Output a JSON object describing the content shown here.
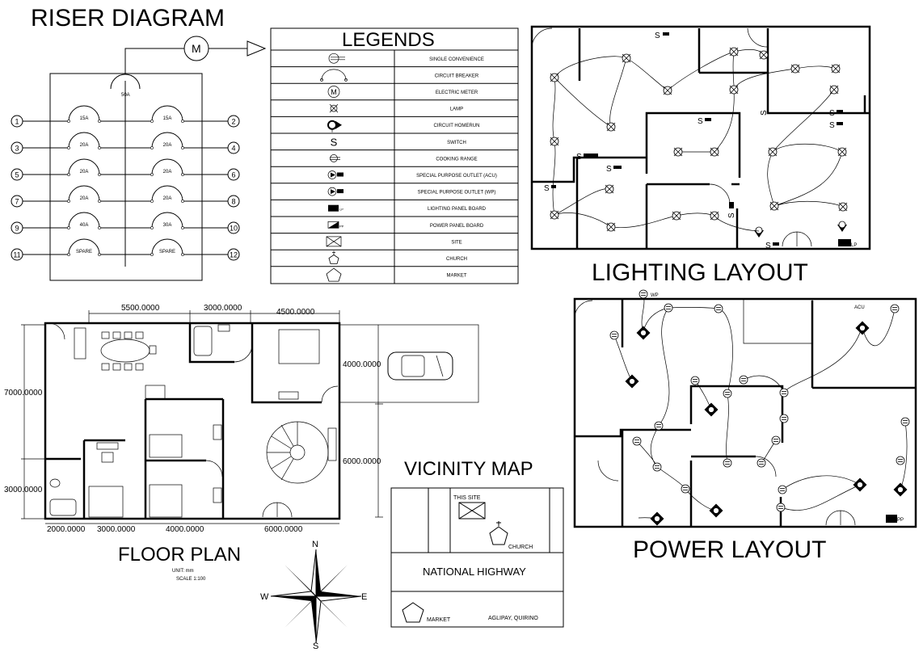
{
  "titles": {
    "riser": "RISER DIAGRAM",
    "legends": "LEGENDS",
    "lighting": "LIGHTING LAYOUT",
    "power": "POWER LAYOUT",
    "floor": "FLOOR PLAN",
    "vicinity": "VICINITY MAP"
  },
  "riser": {
    "meter_symbol": "M",
    "main_breaker": "50A",
    "circuits": [
      {
        "left_no": "1",
        "left_rating": "15A",
        "right_no": "2",
        "right_rating": "15A"
      },
      {
        "left_no": "3",
        "left_rating": "20A",
        "right_no": "4",
        "right_rating": "20A"
      },
      {
        "left_no": "5",
        "left_rating": "20A",
        "right_no": "6",
        "right_rating": "20A"
      },
      {
        "left_no": "7",
        "left_rating": "20A",
        "right_no": "8",
        "right_rating": "20A"
      },
      {
        "left_no": "9",
        "left_rating": "40A",
        "right_no": "10",
        "right_rating": "30A"
      },
      {
        "left_no": "11",
        "left_rating": "SPARE",
        "right_no": "12",
        "right_rating": "SPARE"
      }
    ]
  },
  "legends": {
    "items": [
      {
        "icon": "single-convenience-icon",
        "label": "SINGLE CONVENIENCE"
      },
      {
        "icon": "circuit-breaker-icon",
        "label": "CIRCUIT BREAKER"
      },
      {
        "icon": "electric-meter-icon",
        "label": "ELECTRIC METER",
        "glyph": "M"
      },
      {
        "icon": "lamp-icon",
        "label": "LAMP"
      },
      {
        "icon": "circuit-homerun-icon",
        "label": "CIRCUIT HOMERUN"
      },
      {
        "icon": "switch-icon",
        "label": "SWITCH",
        "glyph": "S"
      },
      {
        "icon": "cooking-range-icon",
        "label": "COOKING RANGE"
      },
      {
        "icon": "acu-outlet-icon",
        "label": "SPECIAL PURPOSE OUTLET (ACU)"
      },
      {
        "icon": "wp-outlet-icon",
        "label": "SPECIAL PURPOSE OUTLET (WP)"
      },
      {
        "icon": "lighting-panel-icon",
        "label": "LIGHTING PANEL BOARD",
        "glyph": "LP"
      },
      {
        "icon": "power-panel-icon",
        "label": "POWER PANEL BOARD",
        "glyph": "PP"
      },
      {
        "icon": "site-icon",
        "label": "SITE"
      },
      {
        "icon": "church-icon",
        "label": "CHURCH"
      },
      {
        "icon": "market-icon",
        "label": "MARKET"
      }
    ]
  },
  "lighting_labels": {
    "switch": "S",
    "panel": "LP"
  },
  "power_labels": {
    "panel": "PP",
    "acu": "ACU",
    "wp": "WP"
  },
  "floor_plan": {
    "dims": {
      "top_a": "5500.0000",
      "top_b": "3000.0000",
      "top_c": "4500.0000",
      "left_a": "7000.0000",
      "left_b": "3000.0000",
      "right_a": "4000.0000",
      "right_b": "6000.0000",
      "bot_a": "2000.0000",
      "bot_b": "3000.0000",
      "bot_c": "4000.0000",
      "bot_d": "6000.0000"
    },
    "unit": "UNIT: mm",
    "scale": "SCALE 1:100"
  },
  "compass": {
    "n": "N",
    "s": "S",
    "e": "E",
    "w": "W"
  },
  "vicinity": {
    "this_site": "THIS SITE",
    "church": "CHURCH",
    "highway": "NATIONAL HIGHWAY",
    "market": "MARKET",
    "location": "AGLIPAY, QUIRINO"
  }
}
